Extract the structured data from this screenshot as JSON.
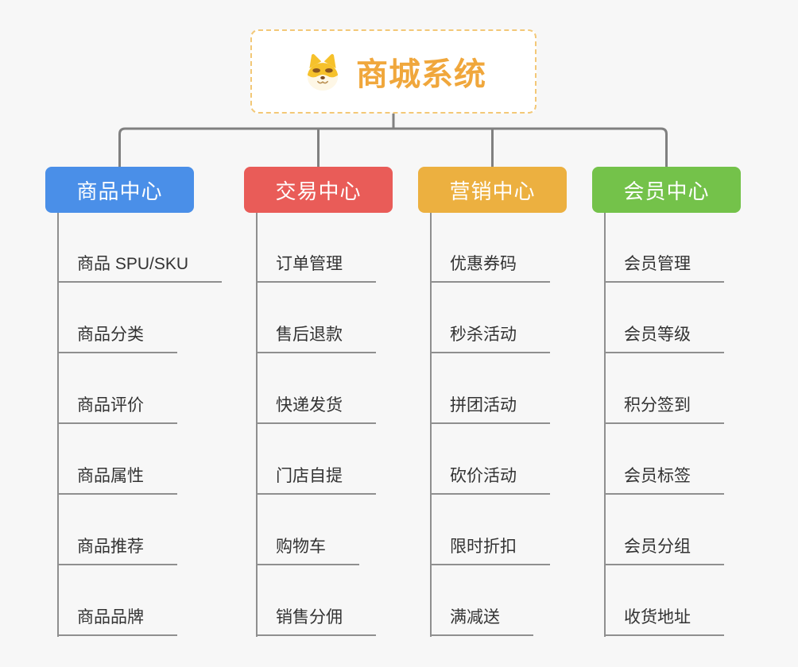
{
  "root": {
    "title": "商城系统",
    "icon": "shiba-dog-icon",
    "text_color": "#f0a73c",
    "border_color": "#f3c877",
    "background": "#ffffff"
  },
  "colors": {
    "page_background": "#f7f7f7",
    "connector": "#808080",
    "leaf_line": "#8f8f8f",
    "leaf_text": "#333333"
  },
  "branches": [
    {
      "label": "商品中心",
      "color": "#4a8fe8",
      "items": [
        "商品 SPU/SKU",
        "商品分类",
        "商品评价",
        "商品属性",
        "商品推荐",
        "商品品牌"
      ]
    },
    {
      "label": "交易中心",
      "color": "#e95c58",
      "items": [
        "订单管理",
        "售后退款",
        "快递发货",
        "门店自提",
        "购物车",
        "销售分佣"
      ]
    },
    {
      "label": "营销中心",
      "color": "#ecb040",
      "items": [
        "优惠券码",
        "秒杀活动",
        "拼团活动",
        "砍价活动",
        "限时折扣",
        "满减送"
      ]
    },
    {
      "label": "会员中心",
      "color": "#74c24a",
      "items": [
        "会员管理",
        "会员等级",
        "积分签到",
        "会员标签",
        "会员分组",
        "收货地址"
      ]
    }
  ]
}
